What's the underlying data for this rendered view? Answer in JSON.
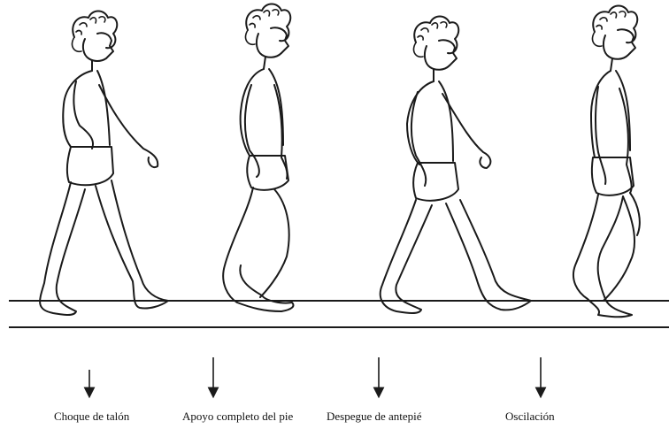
{
  "figure": {
    "phases": [
      {
        "label": "Choque de talón"
      },
      {
        "label": "Apoyo completo del pie"
      },
      {
        "label": "Despegue de antepié"
      },
      {
        "label": "Oscilación"
      }
    ],
    "ink_color": "#1a1a1a"
  }
}
